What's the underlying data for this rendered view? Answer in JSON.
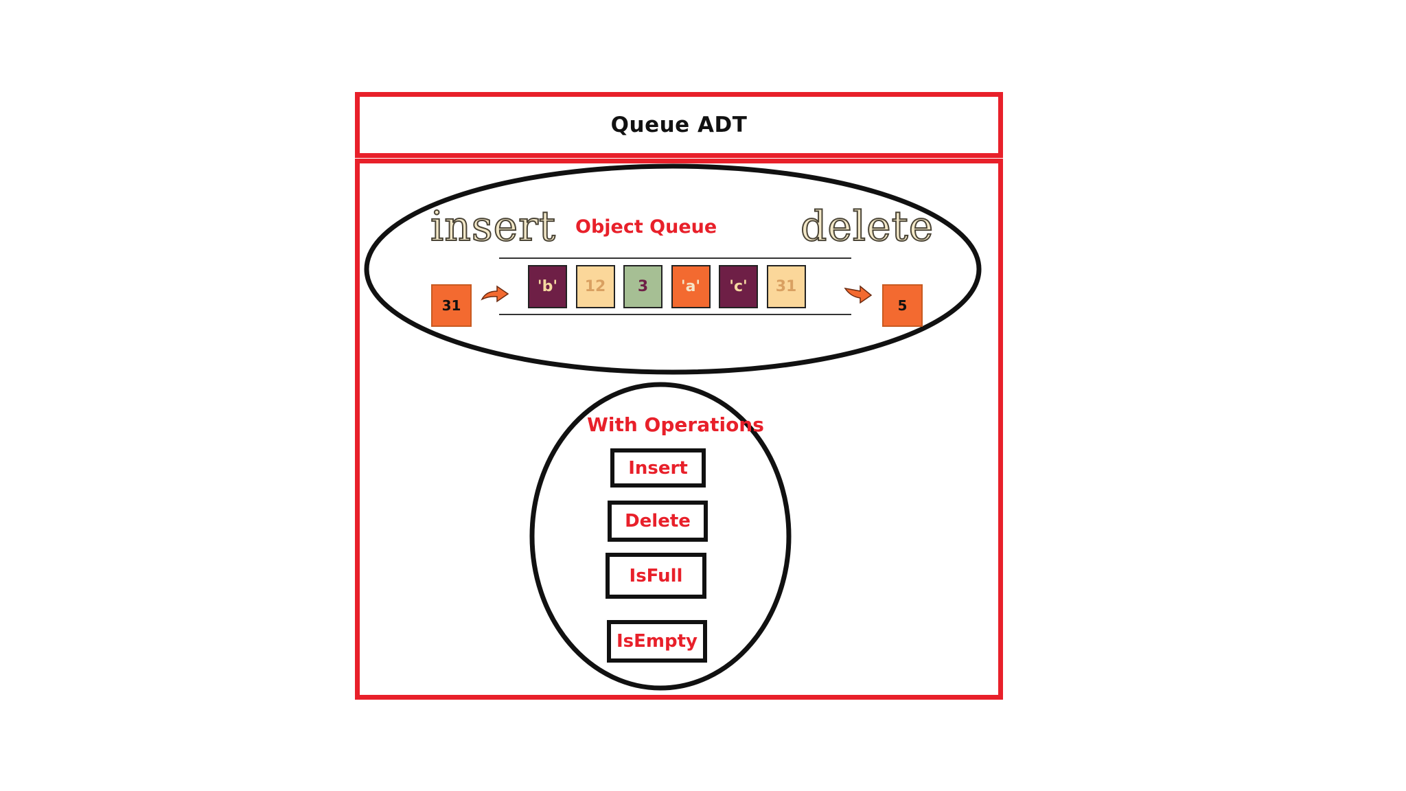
{
  "title": "Queue ADT",
  "object_queue": {
    "label": "Object Queue",
    "insert_label": "insert",
    "delete_label": "delete",
    "incoming_item": "31",
    "outgoing_item": "5",
    "items": [
      {
        "value": "'b'",
        "fill": "#6e1f46",
        "text_color": "#f5d9a0"
      },
      {
        "value": "12",
        "fill": "#fbd79a",
        "text_color": "#d9a061"
      },
      {
        "value": "3",
        "fill": "#a6bf94",
        "text_color": "#6e1f46"
      },
      {
        "value": "'a'",
        "fill": "#f36a30",
        "text_color": "#f5e6c8"
      },
      {
        "value": "'c'",
        "fill": "#6e1f46",
        "text_color": "#f5d9a0"
      },
      {
        "value": "31",
        "fill": "#fbd79a",
        "text_color": "#d9a061"
      }
    ]
  },
  "operations": {
    "label": "With Operations",
    "items": [
      "Insert",
      "Delete",
      "IsFull",
      "IsEmpty"
    ]
  },
  "colors": {
    "frame": "#e8202a",
    "label_red": "#e8202a",
    "outline": "#111111",
    "side_box": "#f36a30"
  }
}
